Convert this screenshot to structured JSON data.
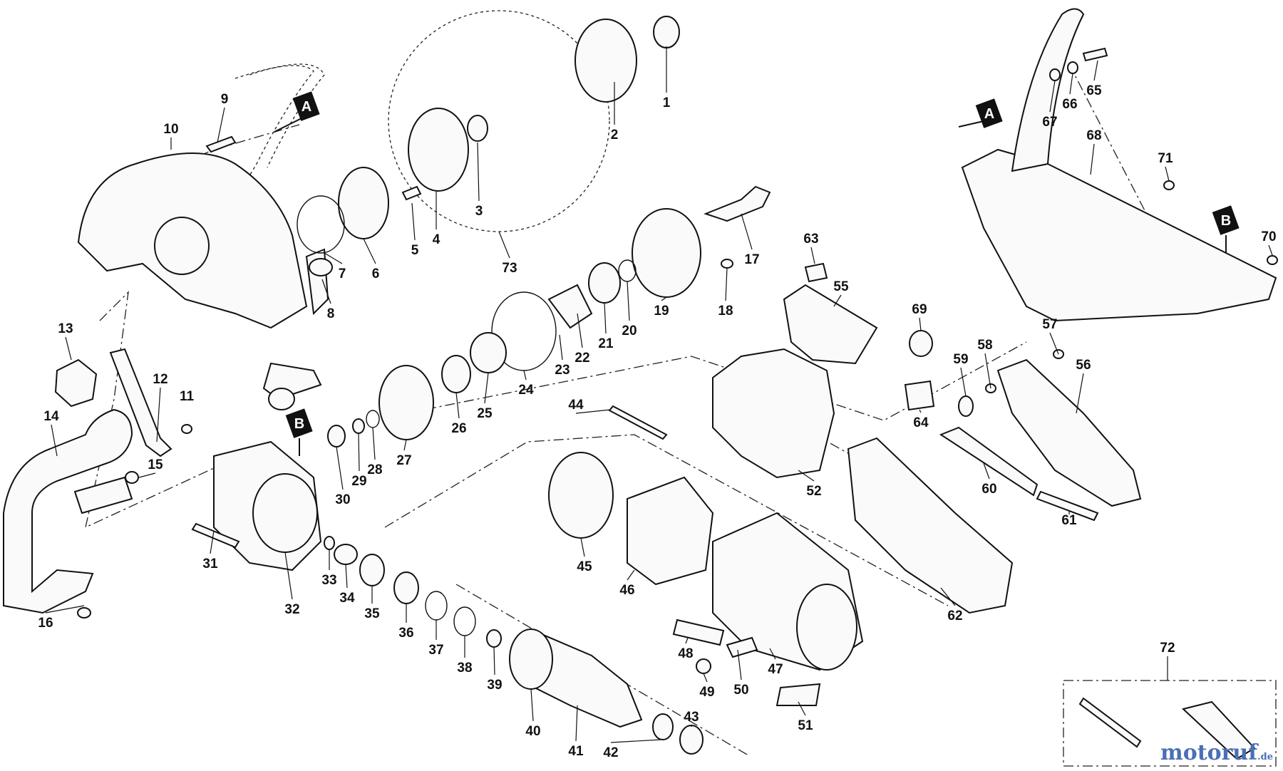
{
  "diagram": {
    "labels": [
      "1",
      "2",
      "3",
      "4",
      "5",
      "6",
      "7",
      "8",
      "9",
      "10",
      "11",
      "12",
      "13",
      "14",
      "15",
      "16",
      "17",
      "18",
      "19",
      "20",
      "21",
      "22",
      "23",
      "24",
      "25",
      "26",
      "27",
      "28",
      "29",
      "30",
      "31",
      "32",
      "33",
      "34",
      "35",
      "36",
      "37",
      "38",
      "39",
      "40",
      "41",
      "42",
      "43",
      "44",
      "45",
      "46",
      "47",
      "48",
      "49",
      "50",
      "51",
      "52",
      "55",
      "56",
      "57",
      "58",
      "59",
      "60",
      "61",
      "62",
      "63",
      "64",
      "65",
      "66",
      "67",
      "68",
      "69",
      "70",
      "71",
      "72",
      "73"
    ],
    "callouts": [
      "A",
      "B",
      "A",
      "B"
    ]
  },
  "watermark": {
    "brand": "motoruf",
    "suffix": ".de"
  },
  "colors": {
    "line": "#111111",
    "watermark": "#4a6fb5",
    "background": "#ffffff"
  }
}
